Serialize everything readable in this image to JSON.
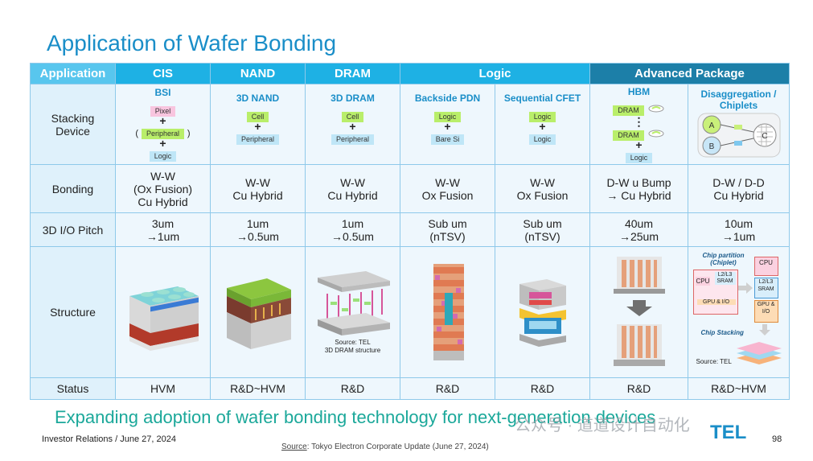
{
  "title": "Application of Wafer Bonding",
  "header": {
    "application": "Application",
    "cis": "CIS",
    "nand": "NAND",
    "dram": "DRAM",
    "logic": "Logic",
    "advanced_package": "Advanced Package"
  },
  "row_labels": {
    "stacking": "Stacking Device",
    "bonding": "Bonding",
    "pitch": "3D I/O Pitch",
    "structure": "Structure",
    "status": "Status"
  },
  "devices": {
    "cis": {
      "head": "BSI",
      "chips": [
        "Pixel",
        "Peripheral",
        "Logic"
      ],
      "paren_open": "(",
      "paren_close": ")"
    },
    "nand": {
      "head": "3D NAND",
      "chips": [
        "Cell",
        "Peripheral"
      ]
    },
    "dram": {
      "head": "3D DRAM",
      "chips": [
        "Cell",
        "Peripheral"
      ]
    },
    "bspdn": {
      "head": "Backside PDN",
      "chips": [
        "Logic",
        "Bare Si"
      ]
    },
    "cfet": {
      "head": "Sequential CFET",
      "chips": [
        "Logic",
        "Logic"
      ]
    },
    "hbm": {
      "head": "HBM",
      "chips": [
        "DRAM",
        "DRAM",
        "Logic"
      ]
    },
    "disagg": {
      "head": "Disaggregation / Chiplets",
      "nodes": [
        "A",
        "B",
        "C"
      ]
    }
  },
  "plus_sign": "+",
  "dots": "⋮",
  "bonding": [
    [
      "W-W",
      "(Ox Fusion)",
      "Cu Hybrid"
    ],
    [
      "W-W",
      "Cu Hybrid"
    ],
    [
      "W-W",
      "Cu Hybrid"
    ],
    [
      "W-W",
      "Ox Fusion"
    ],
    [
      "W-W",
      "Ox Fusion"
    ],
    [
      "D-W u Bump",
      "→ Cu Hybrid"
    ],
    [
      "D-W / D-D",
      "Cu Hybrid"
    ]
  ],
  "pitch": [
    [
      "3um",
      "→1um"
    ],
    [
      "1um",
      "→0.5um"
    ],
    [
      "1um",
      "→0.5um"
    ],
    [
      "Sub um",
      "(nTSV)"
    ],
    [
      "Sub um",
      "(nTSV)"
    ],
    [
      "40um",
      "→25um"
    ],
    [
      "10um",
      "→1um"
    ]
  ],
  "structure_notes": {
    "dram_source": [
      "Source: TEL",
      "3D DRAM structure"
    ],
    "chiplet_partition": [
      "Chip partition",
      "(Chiplet)"
    ],
    "chiplet_blocks": [
      "CPU",
      "L2/L3 SRAM",
      "GPU & I/O"
    ],
    "chip_stacking": "Chip Stacking",
    "chiplet_source": "Source: TEL"
  },
  "status": [
    "HVM",
    "R&D~HVM",
    "R&D",
    "R&D",
    "R&D",
    "R&D",
    "R&D~HVM"
  ],
  "footer": {
    "headline": "Expanding adoption of wafer bonding technology for next-generation devices",
    "investor": "Investor Relations / June 27, 2024",
    "source_label": "Source",
    "source_text": ": Tokyo Electron Corporate Update (June 27, 2024)",
    "watermark": "公众号 · 道道设计自动化",
    "logo": "TEL",
    "page": "98"
  }
}
